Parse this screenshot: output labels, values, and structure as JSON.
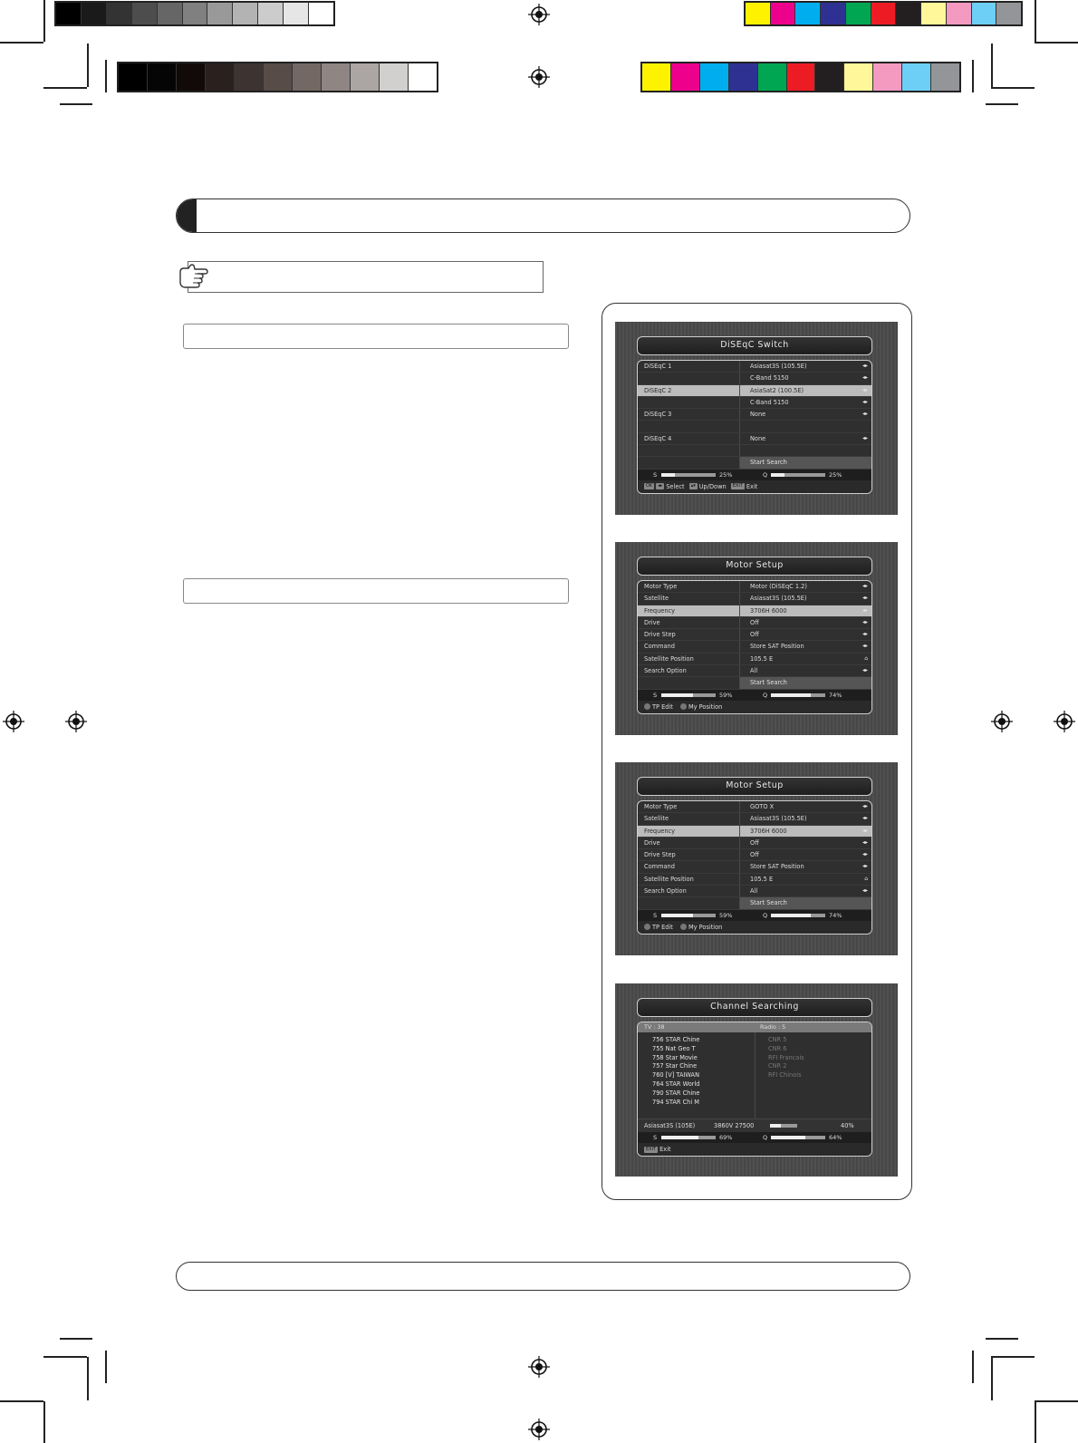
{
  "color_bars": {
    "top_gray": [
      "#000000",
      "#1a1a1a",
      "#333333",
      "#4d4d4d",
      "#666666",
      "#808080",
      "#999999",
      "#b3b3b3",
      "#cccccc",
      "#e6e6e6",
      "#ffffff"
    ],
    "top_color": [
      "#fff200",
      "#ec008c",
      "#00aeef",
      "#2e3192",
      "#00a651",
      "#ed1c24",
      "#231f20",
      "#fff799",
      "#f49ac1",
      "#6dcff6",
      "#939598"
    ],
    "second_gray": [
      "#000000",
      "#050505",
      "#120a08",
      "#2a211e",
      "#3d3431",
      "#574c48",
      "#736864",
      "#8f8683",
      "#aba5a3",
      "#d2cfcf",
      "#ffffff"
    ],
    "second_color": [
      "#fff200",
      "#ec008c",
      "#00aeef",
      "#2e3192",
      "#00a651",
      "#ed1c24",
      "#231f20",
      "#fff799",
      "#f49ac1",
      "#6dcff6",
      "#939598"
    ]
  },
  "screens": {
    "diseqc": {
      "title": "DiSEqC Switch",
      "rows": [
        {
          "label": "DiSEqC 1",
          "value": "Asiasat3S (105.5E)",
          "arrow": "◂▸"
        },
        {
          "label": "",
          "value": "C-Band 5150",
          "arrow": "◂▸"
        },
        {
          "label": "DiSEqC 2",
          "value": "AsiaSat2 (100.5E)",
          "arrow": "◂▸"
        },
        {
          "label": "",
          "value": "C-Band 5150",
          "arrow": "◂▸"
        },
        {
          "label": "DiSEqC 3",
          "value": "None",
          "arrow": "◂▸"
        },
        {
          "label": "",
          "value": "",
          "arrow": ""
        },
        {
          "label": "DiSEqC 4",
          "value": "None",
          "arrow": "◂▸"
        },
        {
          "label": "",
          "value": "",
          "arrow": ""
        },
        {
          "label": "",
          "value": "Start Search",
          "arrow": ""
        }
      ],
      "signal": {
        "s_label": "S",
        "s_value": "25%",
        "s_level": 0.25,
        "q_label": "Q",
        "q_value": "25%",
        "q_level": 0.25
      },
      "help": {
        "k1": "OK",
        "k2": "◂▸",
        "select": "Select",
        "k3": "▴▾",
        "updown": "Up/Down",
        "k4": "EXIT",
        "exit": "Exit"
      }
    },
    "motor1": {
      "title": "Motor Setup",
      "rows": [
        {
          "label": "Motor Type",
          "value": "Motor (DiSEqC 1.2)",
          "arrow": "◂▸"
        },
        {
          "label": "Satellite",
          "value": "Asiasat3S (105.5E)",
          "arrow": "◂▸"
        },
        {
          "label": "Frequency",
          "value": "3706H 6000",
          "arrow": "◂▸"
        },
        {
          "label": "Drive",
          "value": "Off",
          "arrow": "◂▸"
        },
        {
          "label": "Drive Step",
          "value": "Off",
          "arrow": "◂▸"
        },
        {
          "label": "Command",
          "value": "Store SAT Position",
          "arrow": "◂▸"
        },
        {
          "label": "Satellite Position",
          "value": "105.5 E",
          "arrow": "⌂"
        },
        {
          "label": "Search Option",
          "value": "All",
          "arrow": "◂▸"
        },
        {
          "label": "",
          "value": "Start Search",
          "arrow": ""
        }
      ],
      "signal": {
        "s_label": "S",
        "s_value": "59%",
        "s_level": 0.59,
        "q_label": "Q",
        "q_value": "74%",
        "q_level": 0.74
      },
      "help": {
        "tp": "TP Edit",
        "pos": "My Position"
      }
    },
    "motor2": {
      "title": "Motor Setup",
      "rows": [
        {
          "label": "Motor Type",
          "value": "GOTO X",
          "arrow": "◂▸"
        },
        {
          "label": "Satellite",
          "value": "Asiasat3S (105.5E)",
          "arrow": "◂▸"
        },
        {
          "label": "Frequency",
          "value": "3706H 6000",
          "arrow": "◂▸"
        },
        {
          "label": "Drive",
          "value": "Off",
          "arrow": "◂▸"
        },
        {
          "label": "Drive Step",
          "value": "Off",
          "arrow": "◂▸"
        },
        {
          "label": "Command",
          "value": "Store SAT Position",
          "arrow": "◂▸"
        },
        {
          "label": "Satellite Position",
          "value": "105.5 E",
          "arrow": "⌂"
        },
        {
          "label": "Search Option",
          "value": "All",
          "arrow": "◂▸"
        },
        {
          "label": "",
          "value": "Start Search",
          "arrow": ""
        }
      ],
      "signal": {
        "s_label": "S",
        "s_value": "59%",
        "s_level": 0.59,
        "q_label": "Q",
        "q_value": "74%",
        "q_level": 0.74
      },
      "help": {
        "tp": "TP Edit",
        "pos": "My Position"
      }
    },
    "search": {
      "title": "Channel Searching",
      "tv_header": "TV : 38",
      "radio_header": "Radio : 5",
      "tv_channels": [
        "756 STAR Chine",
        "755 Nat Geo T",
        "758 Star Movie",
        "757 Star Chine",
        "760 [V] TAIWAN",
        "764 STAR World",
        "790 STAR Chine",
        "794 STAR Chi M"
      ],
      "radio_channels": [
        "CNR 5",
        "CNR 6",
        "RFI Francais",
        "CNR 2",
        "RFI Chinois"
      ],
      "progress": {
        "satellite": "Asiasat3S (105E)",
        "tp": "3860V 27500",
        "percent": "40%",
        "level": 0.4
      },
      "signal": {
        "s_label": "S",
        "s_value": "69%",
        "s_level": 0.69,
        "q_label": "Q",
        "q_value": "64%",
        "q_level": 0.64
      },
      "help": {
        "k1": "EXIT",
        "exit": "Exit"
      }
    }
  }
}
